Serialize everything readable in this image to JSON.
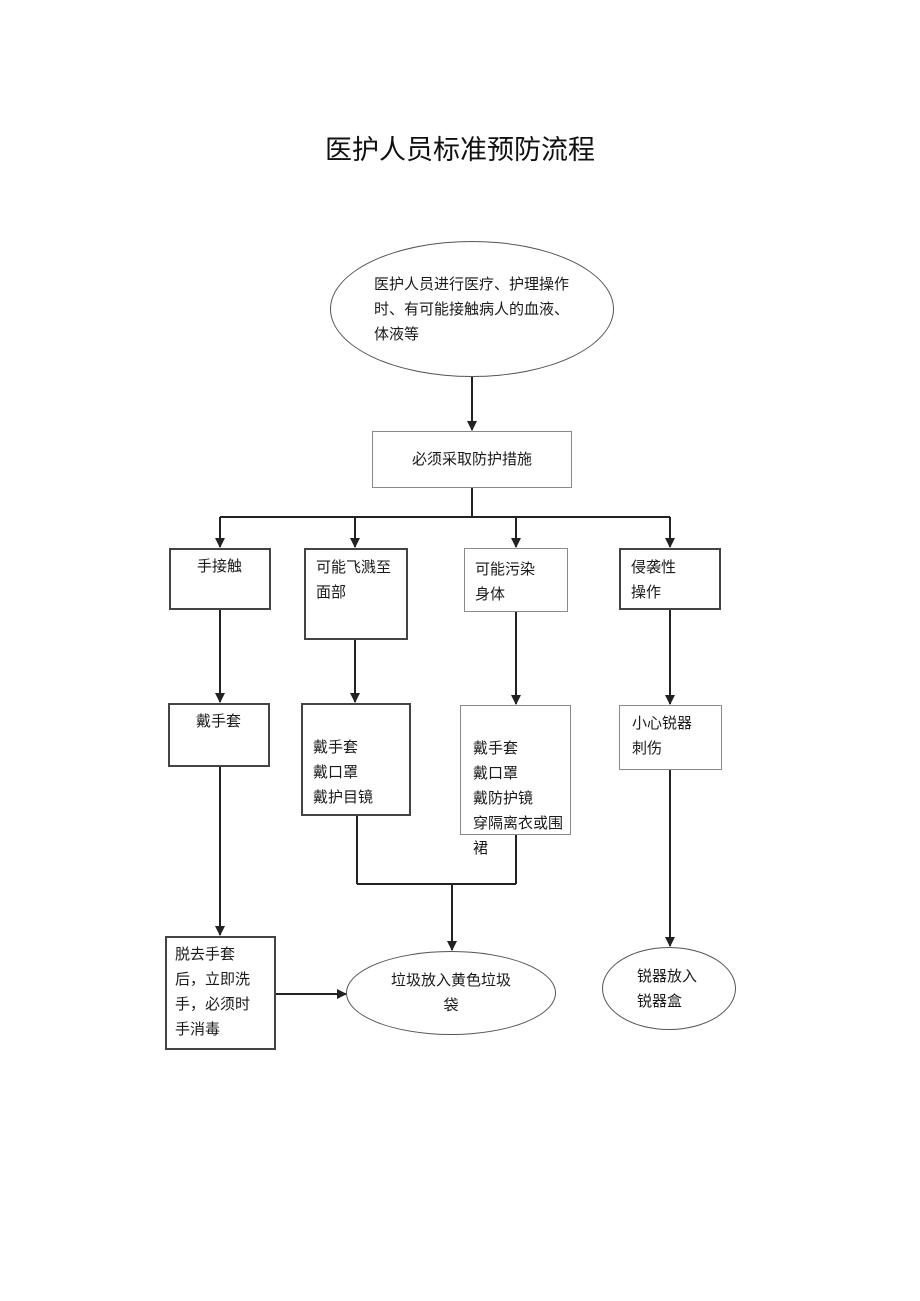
{
  "title": "医护人员标准预防流程",
  "nodes": {
    "start": "医护人员进行医疗、护理操作时、有可能接触病人的血液、体液等",
    "measures": "必须采取防护措施",
    "hand_contact": "手接触",
    "face_splash": "可能飞溅至面部",
    "body_contamination": "可能污染身体",
    "invasive": "侵袭性操作",
    "gloves": "戴手套",
    "gloves_mask_goggles": "戴手套\n戴口罩\n戴护目镜",
    "full_protection": "戴手套\n戴口罩\n戴防护镜\n穿隔离衣或围裙",
    "careful_sharps": "小心锐器刺伤",
    "remove_gloves": "脱去手套后，立即洗手，必须时手消毒",
    "yellow_bag": "垃圾放入黄色垃圾袋",
    "sharps_box": "锐器放入锐器盒"
  }
}
